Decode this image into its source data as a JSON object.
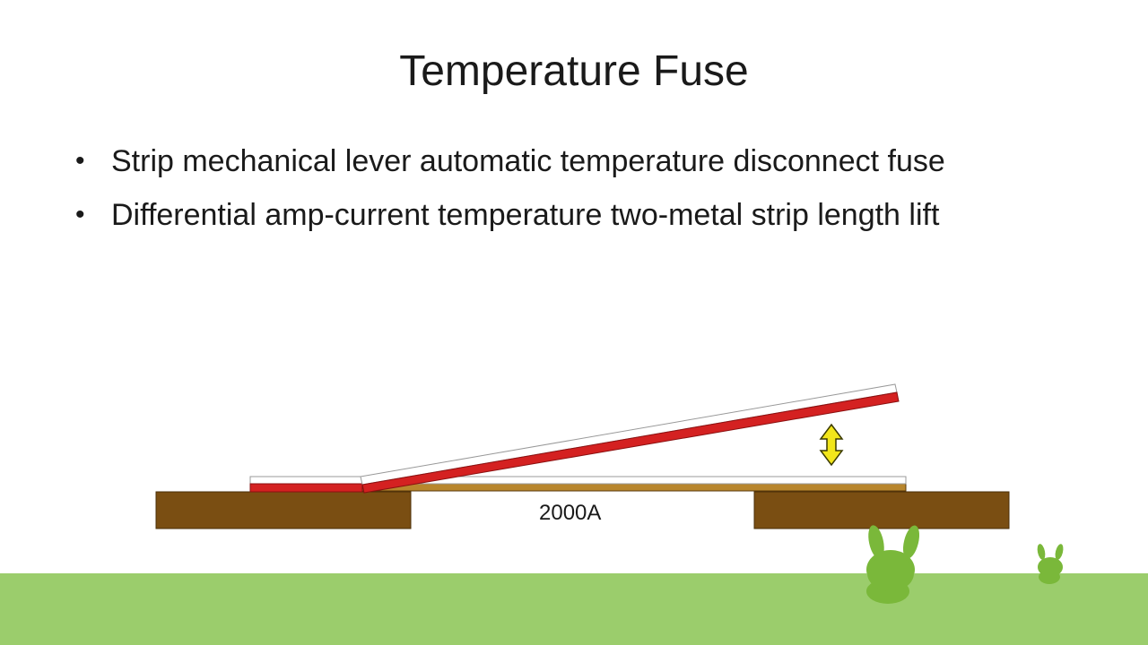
{
  "slide": {
    "title": "Temperature Fuse",
    "bullets": [
      "Strip mechanical lever automatic temperature disconnect fuse",
      "Differential amp-current temperature two-metal strip length lift"
    ]
  },
  "diagram": {
    "current_label": "2000A"
  },
  "colors": {
    "base_block": "#7a4e12",
    "base_strip": "#b8862d",
    "bimetal_hot": "#d42121",
    "bimetal_cool": "#ffffff",
    "arrow": "#f2e61b",
    "grass": "#9bcd6c",
    "mascot": "#7ab83a"
  },
  "icons": {
    "bullet": "•"
  }
}
